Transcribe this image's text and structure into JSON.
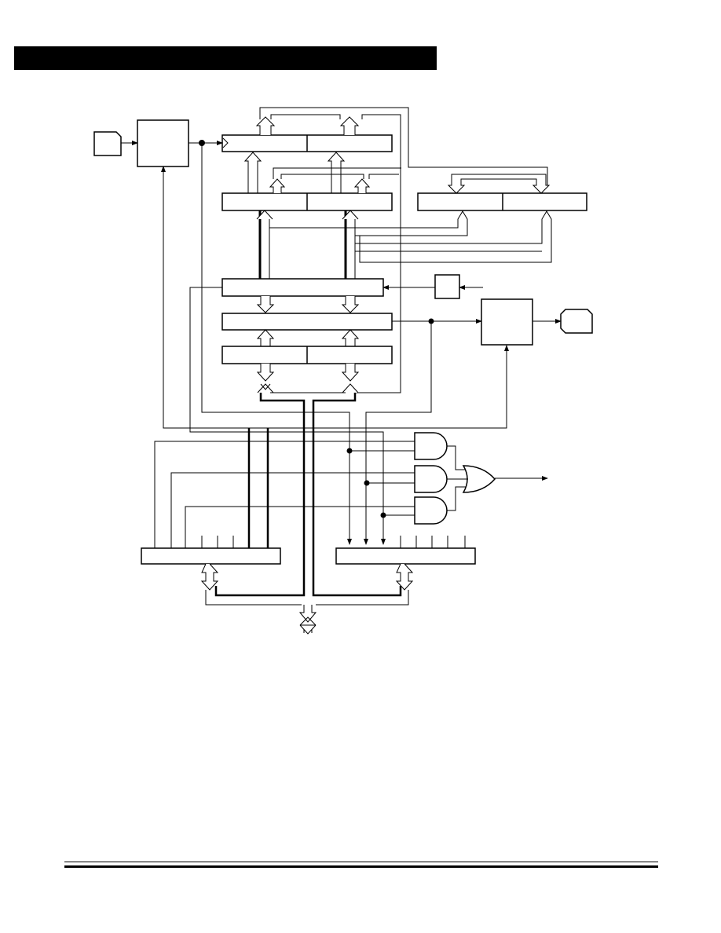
{
  "page": {
    "header_bar": "black-title-bar",
    "footer": "double-rule"
  },
  "diagram": {
    "description_labels": [],
    "blocks": [
      "input-pin",
      "clock-block",
      "timer-register-pair",
      "period-register-pair",
      "compare-register-pair",
      "data-latch",
      "control-register",
      "buffer-register-pair",
      "small-prescaler",
      "output-logic-block",
      "output-pin",
      "and-gate-1",
      "and-gate-2",
      "and-gate-3",
      "or-gate",
      "left-bus-register",
      "right-bus-register",
      "main-data-bus"
    ]
  }
}
